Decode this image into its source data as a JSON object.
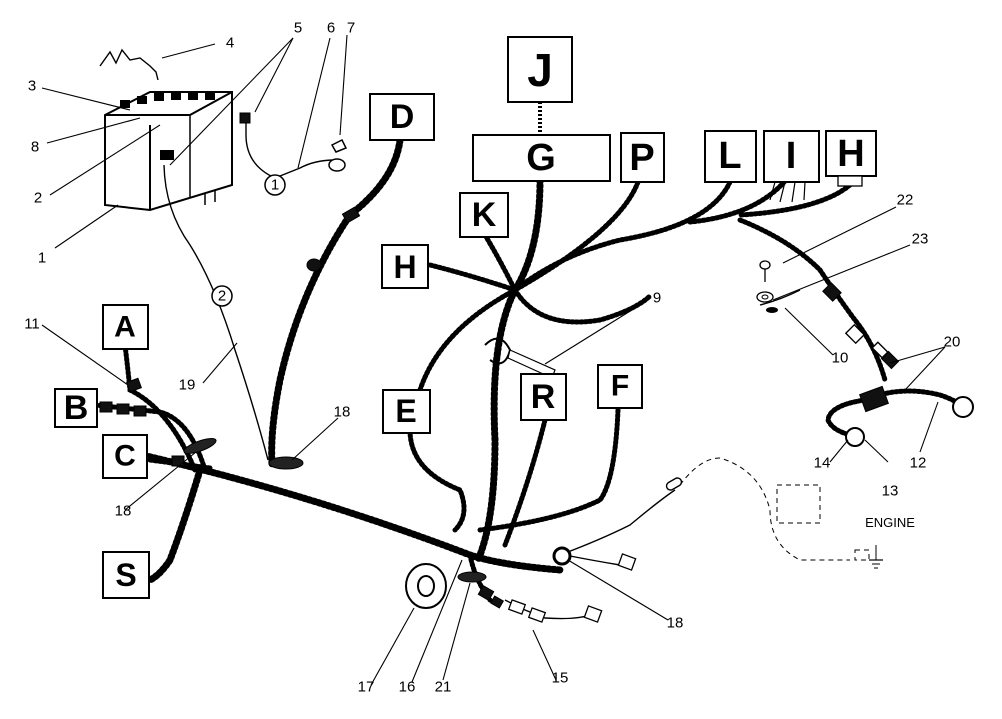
{
  "connectors": {
    "J": "J",
    "G": "G",
    "P": "P",
    "L": "L",
    "I": "I",
    "H_top": "H",
    "D": "D",
    "K": "K",
    "H_left": "H",
    "A": "A",
    "B": "B",
    "C": "C",
    "E": "E",
    "R": "R",
    "F": "F",
    "S": "S"
  },
  "callouts": {
    "n1": "1",
    "n2": "2",
    "n3": "3",
    "n4": "4",
    "n5": "5",
    "n6": "6",
    "n7": "7",
    "n8": "8",
    "n9": "9",
    "n10": "10",
    "n11": "11",
    "n12": "12",
    "n13": "13",
    "n14": "14",
    "n15": "15",
    "n16": "16",
    "n17": "17",
    "n18a": "18",
    "n18b": "18",
    "n18c": "18",
    "n19": "19",
    "n20": "20",
    "n21": "21",
    "n22": "22",
    "n23": "23"
  },
  "cable_markers": {
    "m1": "1",
    "m2": "2"
  },
  "engine_label": "ENGINE"
}
